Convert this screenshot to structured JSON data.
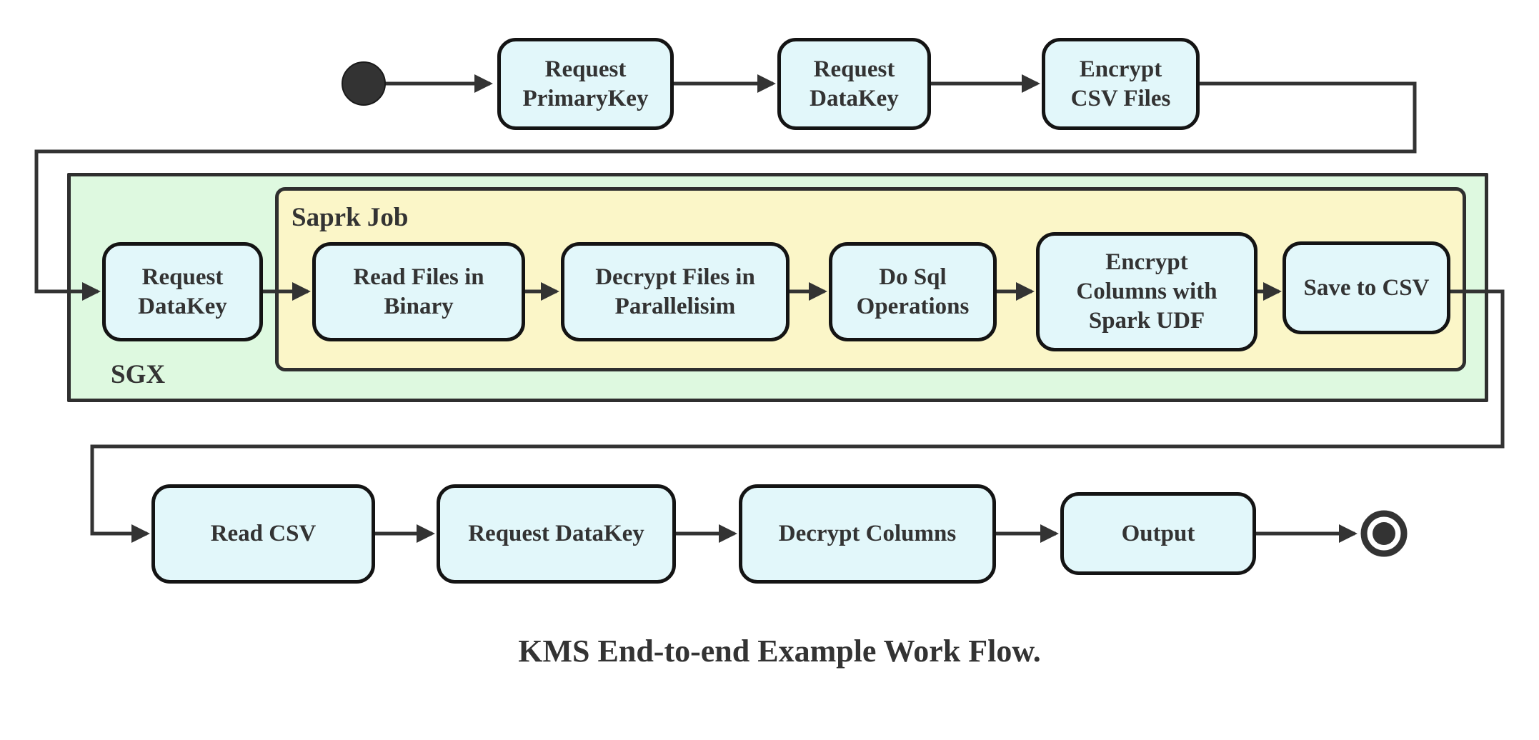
{
  "diagram": {
    "title": "KMS End-to-end Example Work Flow.",
    "type": "state-flow-diagram",
    "colors": {
      "state_fill": "#e2f7fa",
      "state_border": "#141414",
      "sgx_container_fill": "#def9e0",
      "spark_container_fill": "#fbf6c8",
      "container_border": "#2f2f2f",
      "connector": "#333333",
      "text": "#333333"
    },
    "containers": {
      "sgx": {
        "label": "SGX"
      },
      "spark_job": {
        "label": "Saprk Job"
      }
    },
    "nodes": {
      "start": {
        "kind": "initial-state"
      },
      "request_primarykey": {
        "label": "Request\nPrimaryKey"
      },
      "request_datakey_top": {
        "label": "Request\nDataKey"
      },
      "encrypt_csv_files": {
        "label": "Encrypt\nCSV Files"
      },
      "request_datakey_sgx": {
        "label": "Request\nDataKey"
      },
      "read_files_in_binary": {
        "label": "Read Files in\nBinary"
      },
      "decrypt_files_in_parallelisim": {
        "label": "Decrypt Files in\nParallelisim"
      },
      "do_sql_operations": {
        "label": "Do Sql\nOperations"
      },
      "encrypt_columns_with_spark_udf": {
        "label": "Encrypt\nColumns with\nSpark UDF"
      },
      "save_to_csv": {
        "label": "Save to CSV"
      },
      "read_csv": {
        "label": "Read CSV"
      },
      "request_datakey_bottom": {
        "label": "Request DataKey"
      },
      "decrypt_columns": {
        "label": "Decrypt Columns"
      },
      "output": {
        "label": "Output"
      },
      "end": {
        "kind": "final-state"
      }
    },
    "edges": [
      {
        "from": "start",
        "to": "request_primarykey"
      },
      {
        "from": "request_primarykey",
        "to": "request_datakey_top"
      },
      {
        "from": "request_datakey_top",
        "to": "encrypt_csv_files"
      },
      {
        "from": "encrypt_csv_files",
        "to": "request_datakey_sgx"
      },
      {
        "from": "request_datakey_sgx",
        "to": "read_files_in_binary"
      },
      {
        "from": "read_files_in_binary",
        "to": "decrypt_files_in_parallelisim"
      },
      {
        "from": "decrypt_files_in_parallelisim",
        "to": "do_sql_operations"
      },
      {
        "from": "do_sql_operations",
        "to": "encrypt_columns_with_spark_udf"
      },
      {
        "from": "encrypt_columns_with_spark_udf",
        "to": "save_to_csv"
      },
      {
        "from": "save_to_csv",
        "to": "read_csv"
      },
      {
        "from": "read_csv",
        "to": "request_datakey_bottom"
      },
      {
        "from": "request_datakey_bottom",
        "to": "decrypt_columns"
      },
      {
        "from": "decrypt_columns",
        "to": "output"
      },
      {
        "from": "output",
        "to": "end"
      }
    ]
  }
}
